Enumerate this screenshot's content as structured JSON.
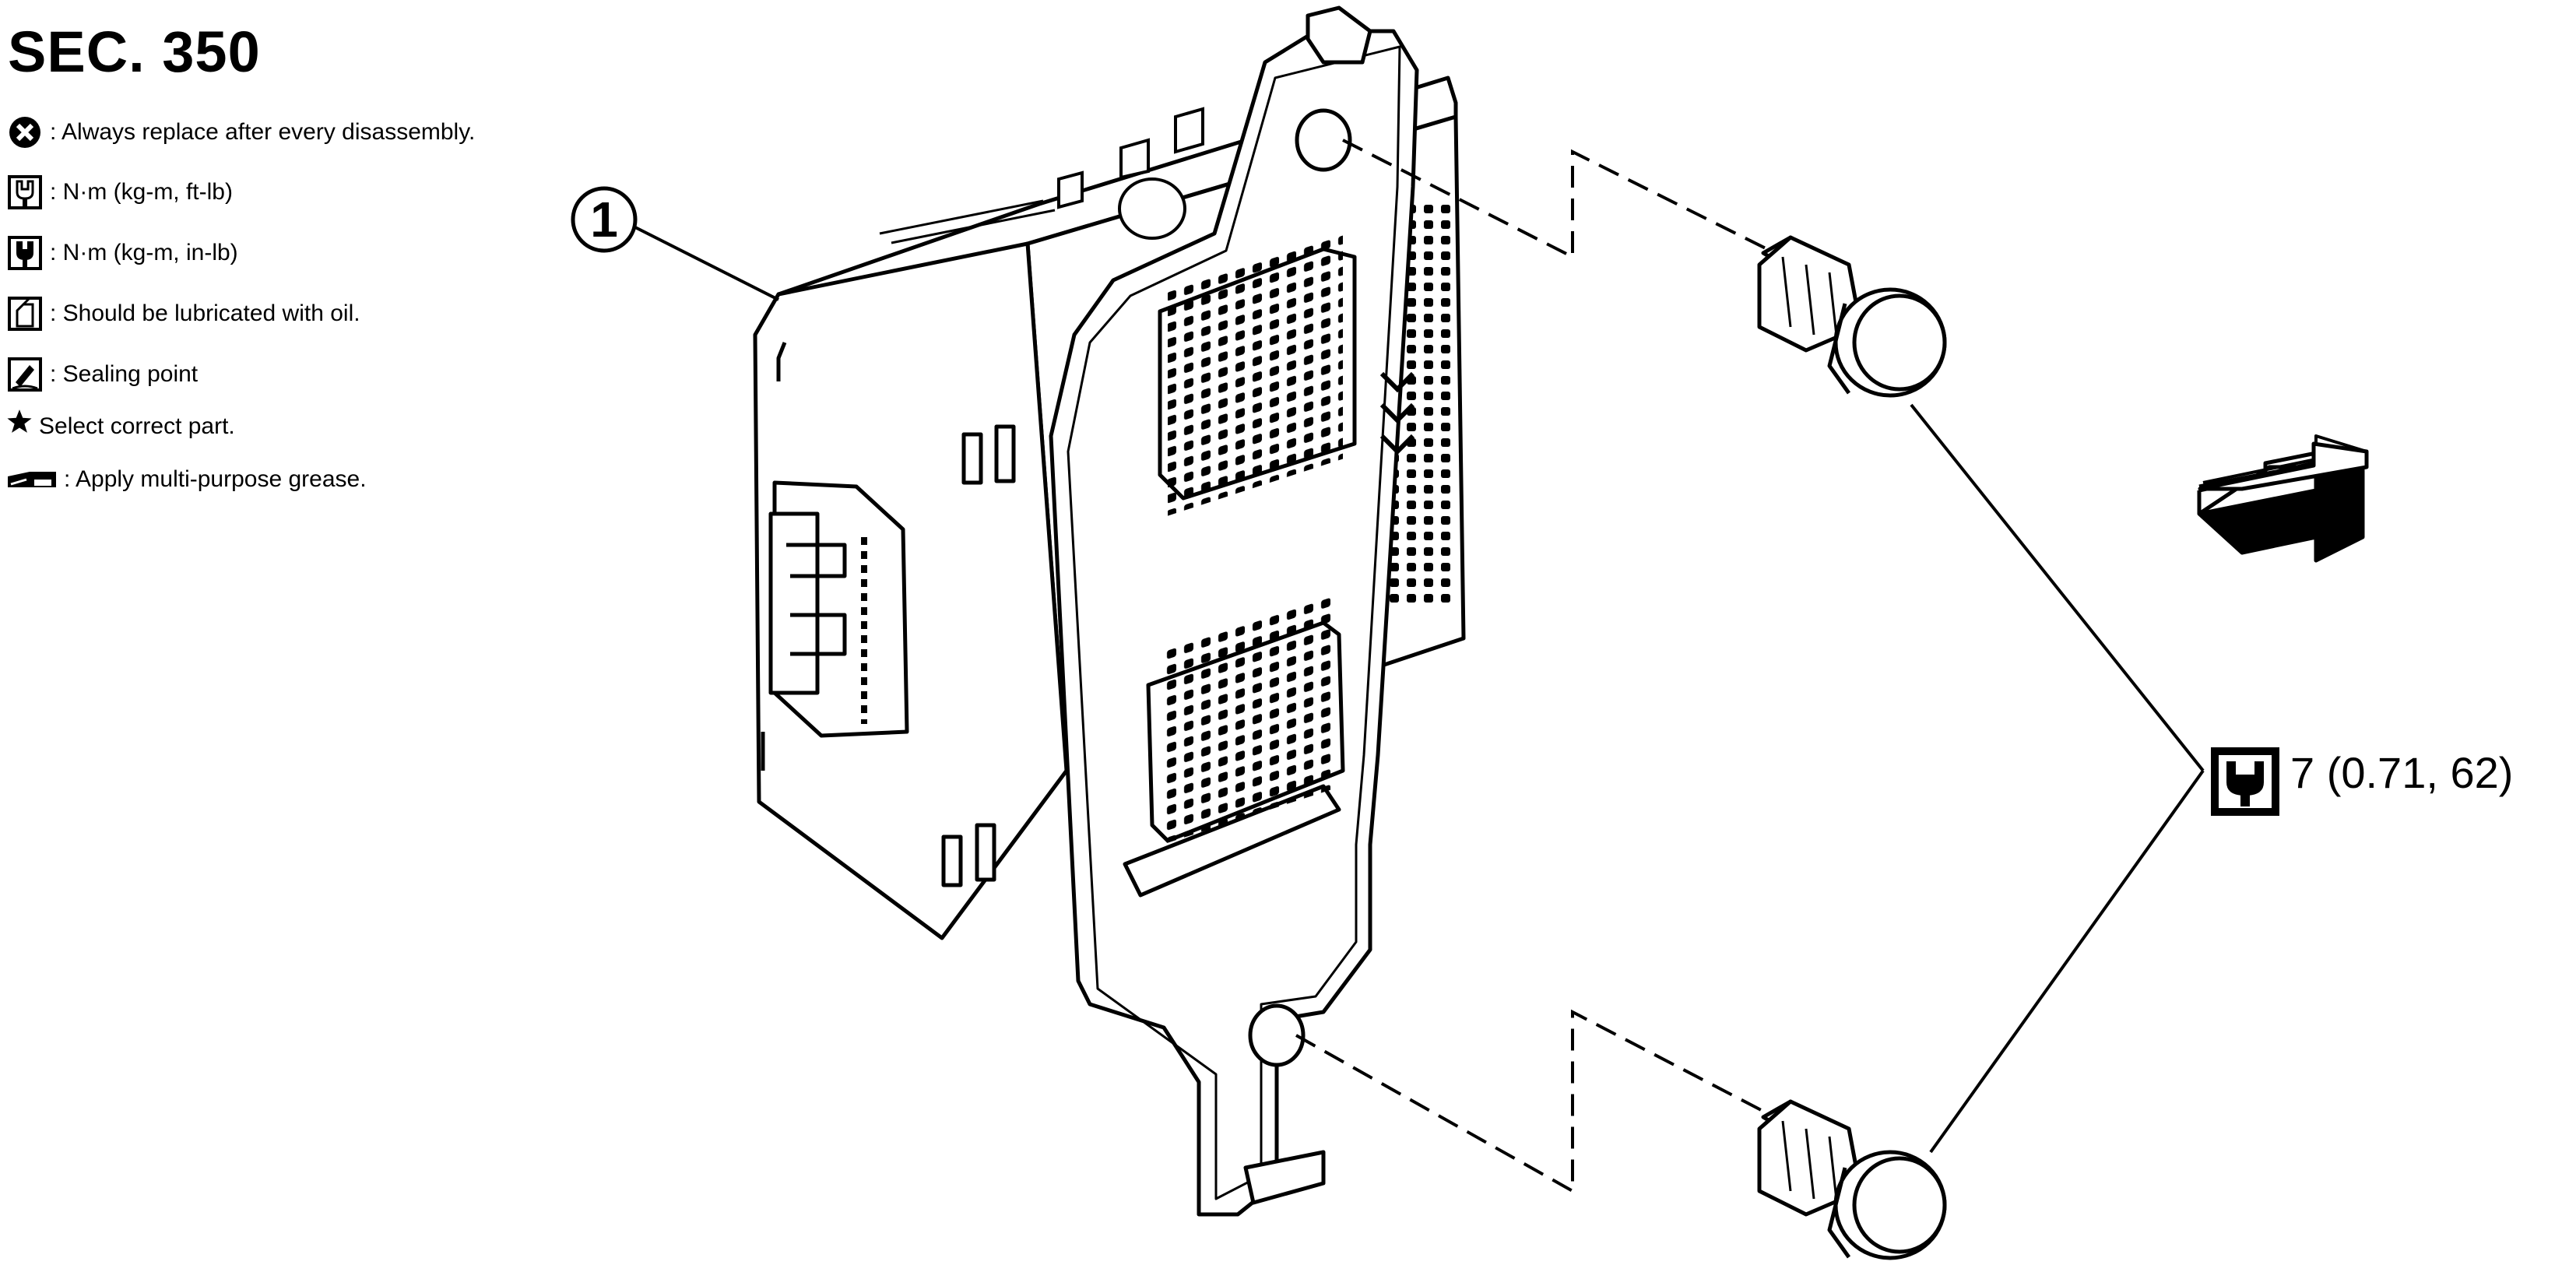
{
  "section": {
    "title": "SEC. 350"
  },
  "legend": [
    {
      "icon": "replace-icon",
      "text": ": Always replace after every disassembly."
    },
    {
      "icon": "torque-wrench-icon",
      "text": ": N·m (kg-m, ft-lb)"
    },
    {
      "icon": "torque-wrench-inlb-icon",
      "text": ": N·m (kg-m, in-lb)"
    },
    {
      "icon": "oil-can-icon",
      "text": ": Should be lubricated with oil."
    },
    {
      "icon": "sealant-icon",
      "text": ": Sealing point"
    },
    {
      "icon": "star-icon",
      "text": "Select correct part."
    },
    {
      "icon": "grease-icon",
      "text": ": Apply multi-purpose grease."
    }
  ],
  "callouts": {
    "part_1": "1"
  },
  "torque": {
    "icon": "torque-wrench-inlb-icon",
    "value": "7 (0.71, 62)"
  },
  "arrow": {
    "icon": "front-direction-arrow-icon"
  }
}
